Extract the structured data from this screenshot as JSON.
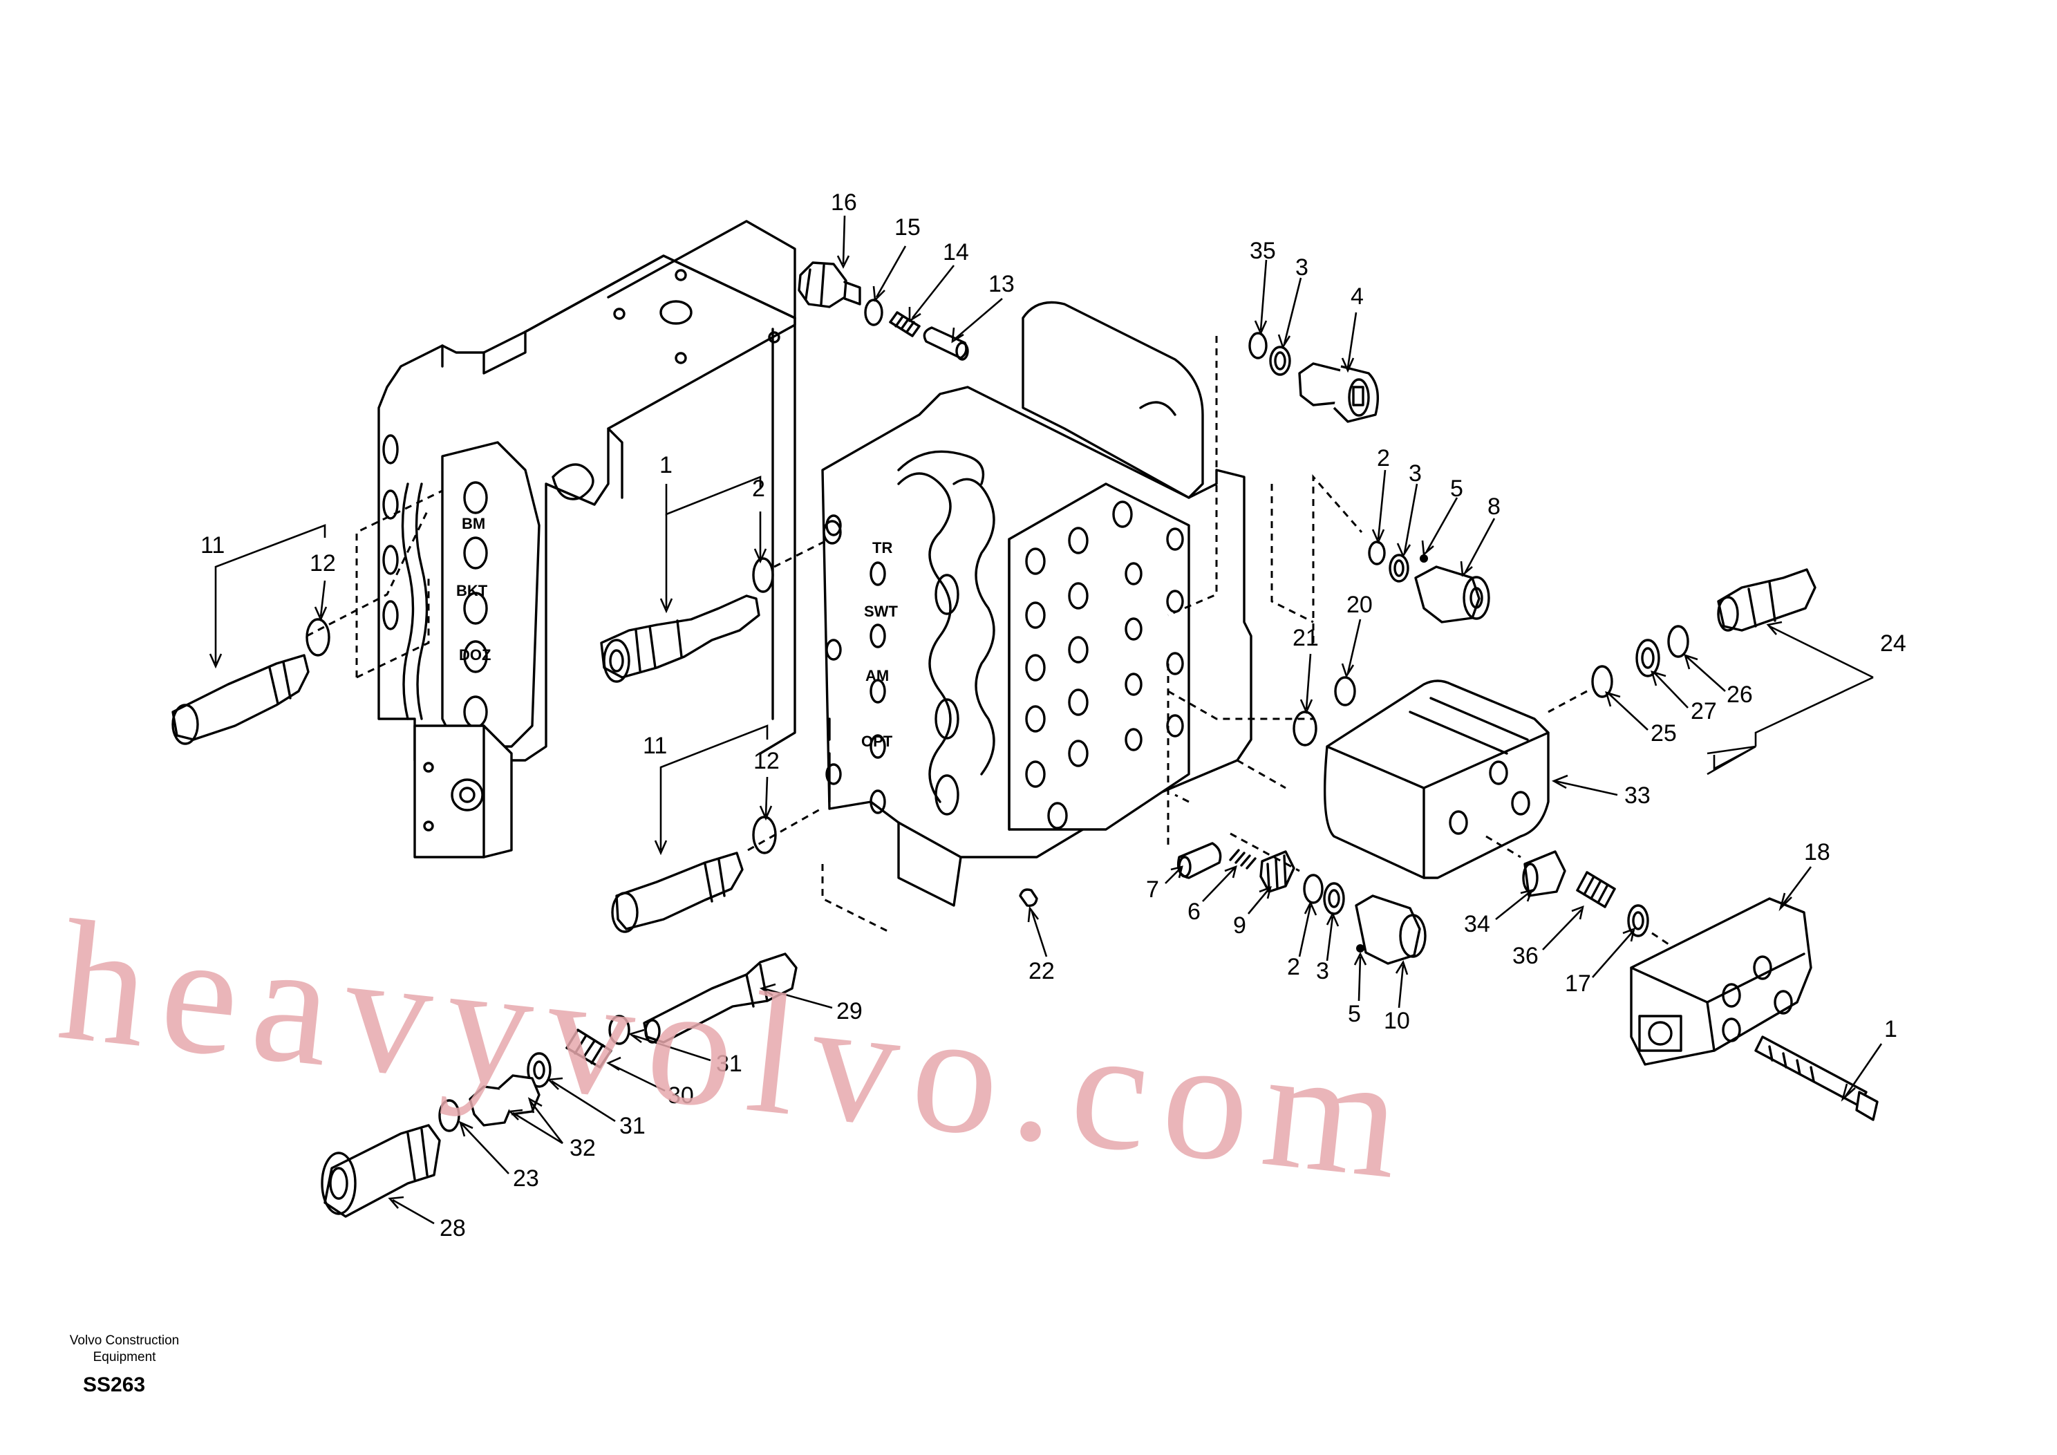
{
  "diagram": {
    "body_labels": {
      "bm": "BM",
      "bkt": "BKT",
      "doz": "DOZ",
      "tr": "TR",
      "swt": "SWT",
      "am": "AM",
      "opt": "OPT"
    },
    "callouts": {
      "c16": "16",
      "c15": "15",
      "c14": "14",
      "c13": "13",
      "c35": "35",
      "c3a": "3",
      "c4": "4",
      "c2a": "2",
      "c3b": "3",
      "c5a": "5",
      "c8": "8",
      "c1a": "1",
      "c2b": "2",
      "c11a": "11",
      "c12a": "12",
      "c11b": "11",
      "c12b": "12",
      "c21": "21",
      "c20": "20",
      "c24": "24",
      "c26": "26",
      "c27": "27",
      "c25": "25",
      "c33": "33",
      "c18": "18",
      "c7": "7",
      "c6": "6",
      "c9": "9",
      "c2c": "2",
      "c3c": "3",
      "c5b": "5",
      "c10": "10",
      "c22": "22",
      "c29": "29",
      "c31a": "31",
      "c30": "30",
      "c31b": "31",
      "c32": "32",
      "c23": "23",
      "c28": "28",
      "c34": "34",
      "c36": "36",
      "c17": "17",
      "c1b": "1"
    }
  },
  "watermark": "heavyvolvo.com",
  "footer": {
    "credit_line1": "Volvo Construction",
    "credit_line2": "Equipment",
    "code": "SS263"
  }
}
